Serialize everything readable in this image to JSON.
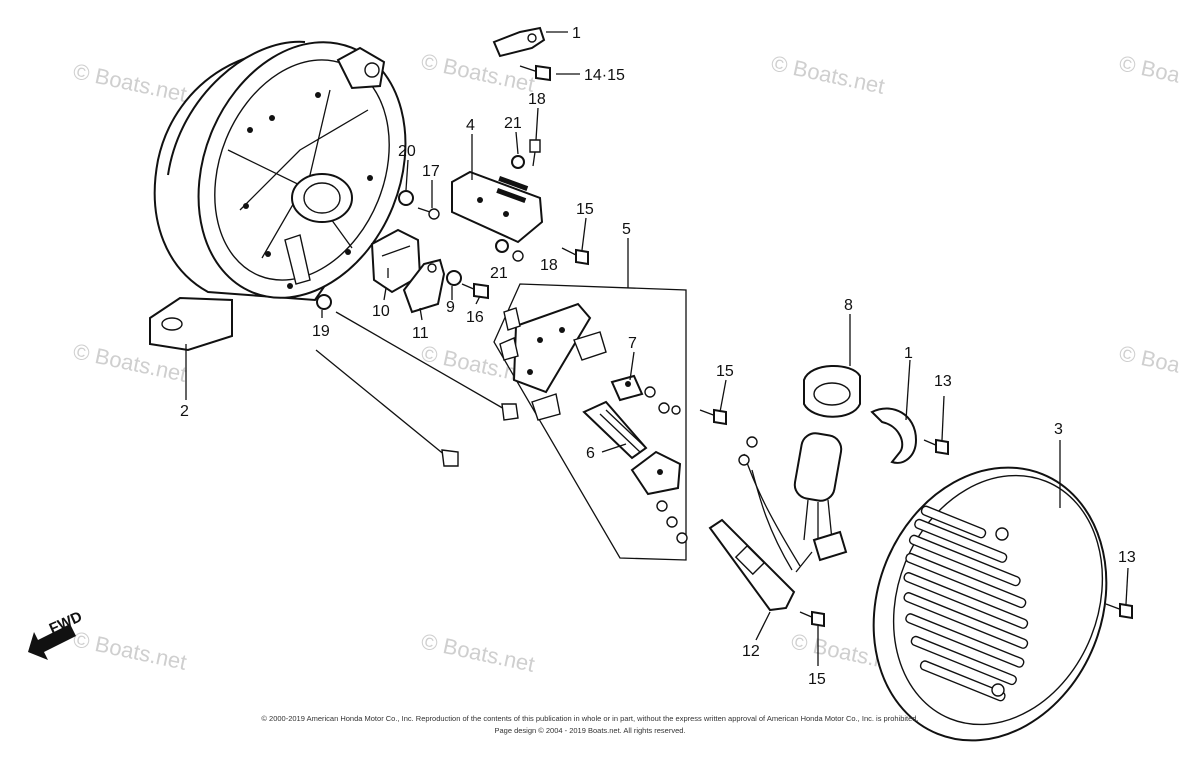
{
  "watermark": "© Boats.net",
  "fwd_label": "FWD",
  "labels": {
    "p1a": "1",
    "p1415": "14·15",
    "p18a": "18",
    "p4": "4",
    "p21a": "21",
    "p20": "20",
    "p17": "17",
    "p15a": "15",
    "p5": "5",
    "p21b": "21",
    "p18b": "18",
    "p9": "9",
    "p16": "16",
    "p10": "10",
    "p11": "11",
    "p19": "19",
    "p2": "2",
    "p7": "7",
    "p6": "6",
    "p15b": "15",
    "p8": "8",
    "p1b": "1",
    "p13a": "13",
    "p3": "3",
    "p13b": "13",
    "p12": "12",
    "p15c": "15"
  },
  "copyright": {
    "line1": "© 2000-2019 American Honda Motor Co., Inc. Reproduction of the contents of this publication in whole or in part, without the express written approval of American Honda Motor Co., Inc. is prohibited.",
    "line2": "Page design © 2004 - 2019 Boats.net. All rights reserved."
  },
  "colors": {
    "ink": "#111111",
    "watermark": "#cfcfcf",
    "background": "#ffffff"
  }
}
